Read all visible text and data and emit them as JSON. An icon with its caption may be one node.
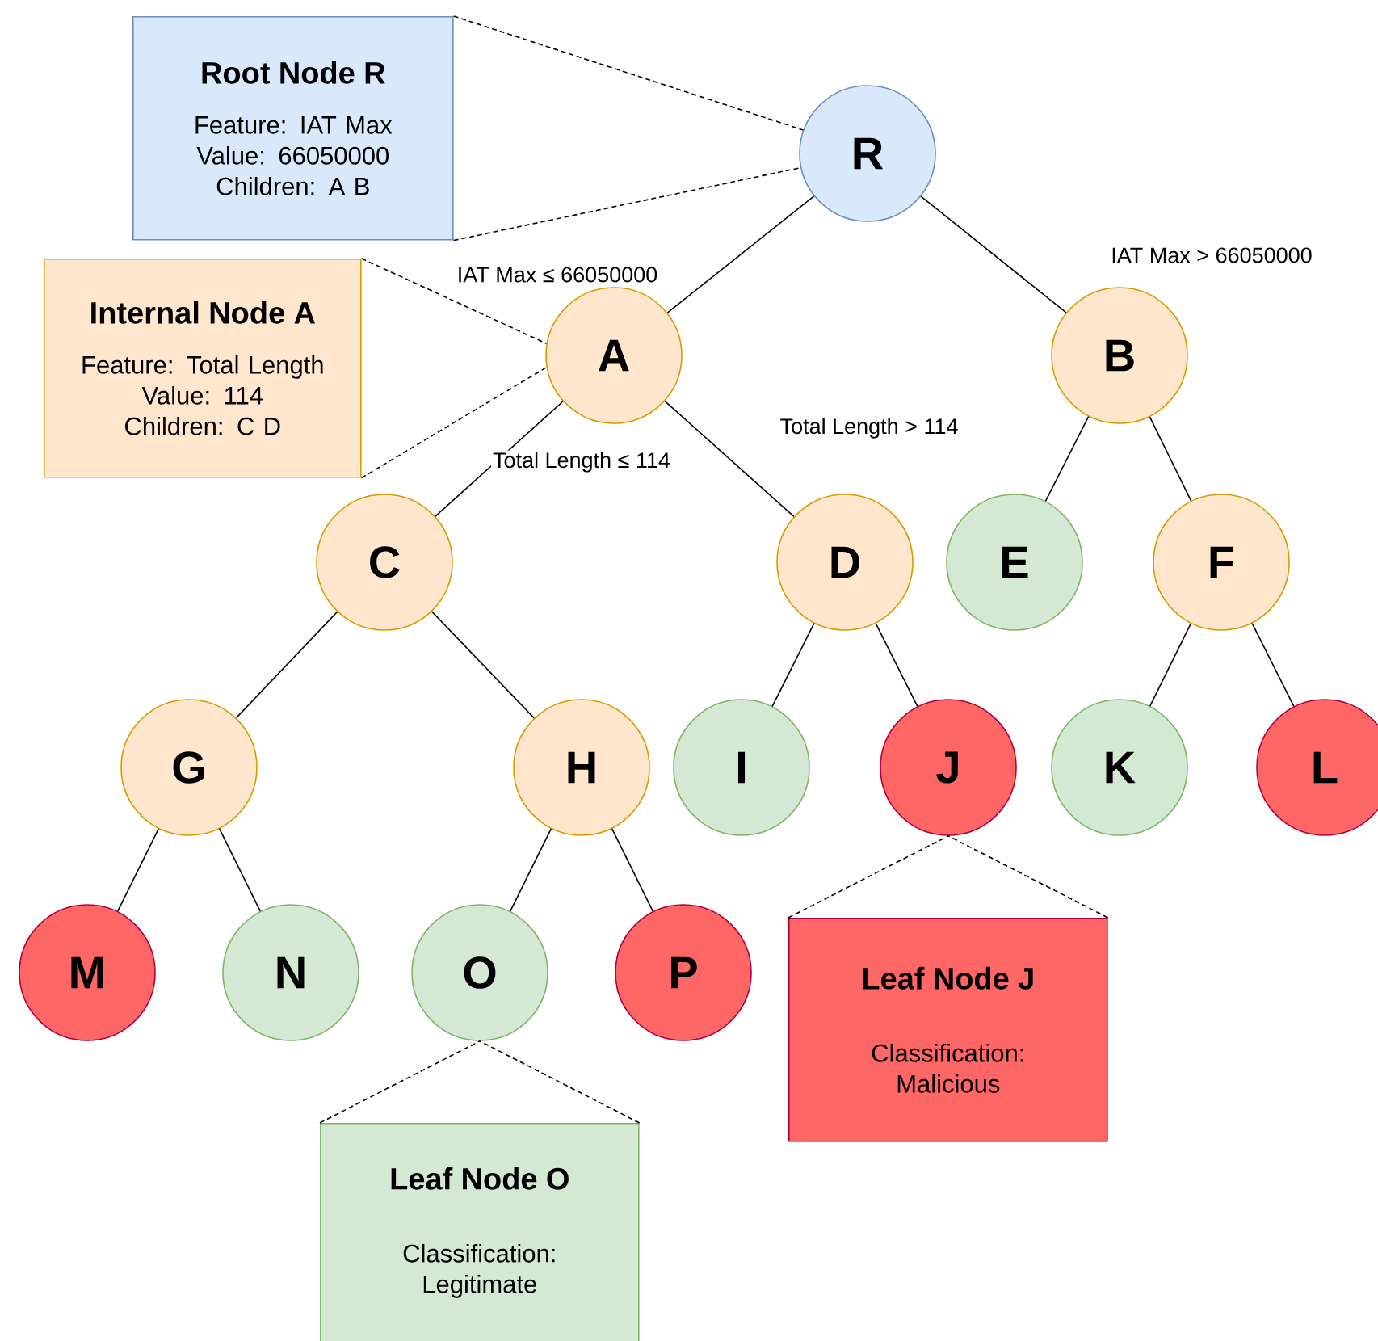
{
  "diagram": {
    "nodes": [
      {
        "text": [
          "Root Node R",
          "Feature: IAT Max",
          "Value: 66050000",
          "Children: A B"
        ]
      },
      {
        "text": [
          "R"
        ]
      },
      {
        "text": [
          "Internal Node A",
          "Feature: Total Length",
          "Value: 114",
          "Children: C D"
        ]
      },
      {
        "text": [
          "A"
        ]
      },
      {
        "text": [
          "B"
        ]
      },
      {
        "text": [
          "C"
        ]
      },
      {
        "text": [
          "D"
        ]
      },
      {
        "text": [
          "E"
        ]
      },
      {
        "text": [
          "F"
        ]
      },
      {
        "text": [
          "G"
        ]
      },
      {
        "text": [
          "H"
        ]
      },
      {
        "text": [
          "I"
        ]
      },
      {
        "text": [
          "J"
        ]
      },
      {
        "text": [
          "K"
        ]
      },
      {
        "text": [
          "L"
        ]
      },
      {
        "text": [
          "M"
        ]
      },
      {
        "text": [
          "N"
        ]
      },
      {
        "text": [
          "O"
        ]
      },
      {
        "text": [
          "P"
        ]
      },
      {
        "text": [
          "Leaf Node J",
          "Classification: Malicious"
        ]
      },
      {
        "text": [
          "Leaf Node O",
          "Classification: Legitimate"
        ]
      }
    ],
    "edges": [
      {
        "from": 1,
        "to": 3,
        "arrow": "none",
        "label": "IAT Max ≤ 66050000"
      },
      {
        "from": 1,
        "to": 4,
        "arrow": "none",
        "label": "IAT Max > 66050000"
      },
      {
        "from": 3,
        "to": 5,
        "arrow": "none",
        "label": "Total Length ≤ 114"
      },
      {
        "from": 3,
        "to": 6,
        "arrow": "none",
        "label": "Total Length > 114"
      },
      {
        "from": 4,
        "to": 7,
        "arrow": "none"
      },
      {
        "from": 4,
        "to": 8,
        "arrow": "none"
      },
      {
        "from": 5,
        "to": 9,
        "arrow": "none"
      },
      {
        "from": 5,
        "to": 10,
        "arrow": "none"
      },
      {
        "from": 6,
        "to": 11,
        "arrow": "none"
      },
      {
        "from": 6,
        "to": 12,
        "arrow": "none"
      },
      {
        "from": 8,
        "to": 13,
        "arrow": "none"
      },
      {
        "from": 8,
        "to": 14,
        "arrow": "none"
      },
      {
        "from": 9,
        "to": 15,
        "arrow": "none"
      },
      {
        "from": 9,
        "to": 16,
        "arrow": "none"
      },
      {
        "from": 10,
        "to": 17,
        "arrow": "none"
      },
      {
        "from": 10,
        "to": 18,
        "arrow": "none"
      },
      {
        "from": 0,
        "to": 1,
        "arrow": "none",
        "style": "dashed"
      },
      {
        "from": 0,
        "to": 1,
        "arrow": "none",
        "style": "dashed"
      },
      {
        "from": 2,
        "to": 3,
        "arrow": "none",
        "style": "dashed"
      },
      {
        "from": 2,
        "to": 3,
        "arrow": "none",
        "style": "dashed"
      },
      {
        "from": 19,
        "to": 12,
        "arrow": "none",
        "style": "dashed"
      },
      {
        "from": 19,
        "to": 12,
        "arrow": "none",
        "style": "dashed"
      },
      {
        "from": 20,
        "to": 17,
        "arrow": "none",
        "style": "dashed"
      },
      {
        "from": 20,
        "to": 17,
        "arrow": "none",
        "style": "dashed"
      }
    ]
  }
}
